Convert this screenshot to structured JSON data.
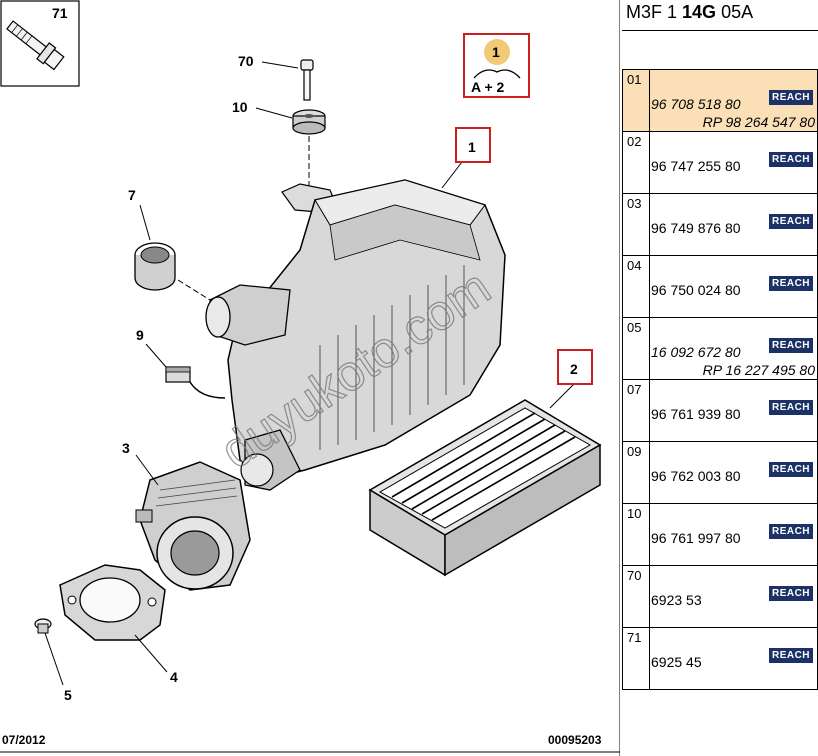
{
  "header": {
    "prefix": "M3F 1",
    "bold": "14G",
    "suffix": "05A"
  },
  "callouts": [
    "71",
    "70",
    "10",
    "7",
    "9",
    "3",
    "4",
    "5",
    "1",
    "2"
  ],
  "badge": {
    "top": "1",
    "bottom": "A + 2"
  },
  "watermark": "duyukoto.com",
  "reach_label": "REACH",
  "parts": [
    {
      "idx": "01",
      "number": "96 708 518 80",
      "italic": true,
      "rp": "RP 98 264 547 80",
      "selected": true
    },
    {
      "idx": "02",
      "number": "96 747 255 80",
      "italic": false,
      "rp": ""
    },
    {
      "idx": "03",
      "number": "96 749 876 80",
      "italic": false,
      "rp": ""
    },
    {
      "idx": "04",
      "number": "96 750 024 80",
      "italic": false,
      "rp": ""
    },
    {
      "idx": "05",
      "number": "16 092 672 80",
      "italic": true,
      "rp": "RP 16 227 495 80"
    },
    {
      "idx": "07",
      "number": "96 761 939 80",
      "italic": false,
      "rp": ""
    },
    {
      "idx": "09",
      "number": "96 762 003 80",
      "italic": false,
      "rp": ""
    },
    {
      "idx": "10",
      "number": "96 761 997 80",
      "italic": false,
      "rp": ""
    },
    {
      "idx": "70",
      "number": "6923 53",
      "italic": false,
      "rp": ""
    },
    {
      "idx": "71",
      "number": "6925 45",
      "italic": false,
      "rp": ""
    }
  ],
  "footer": {
    "date": "07/2012",
    "code": "00095203"
  },
  "colors": {
    "highlight": "#fbdfb7",
    "reach": "#1c3266",
    "callout_box": "#cc1f1f"
  }
}
